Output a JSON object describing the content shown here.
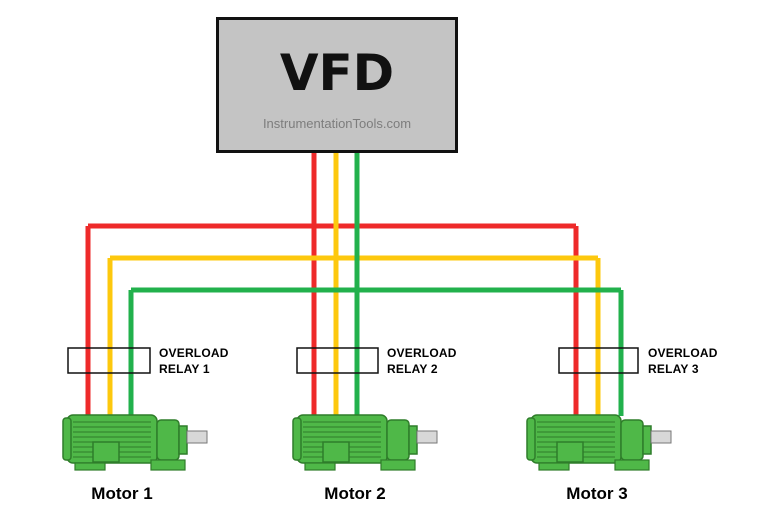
{
  "vfd": {
    "title": "VFD",
    "watermark": "InstrumentationTools.com",
    "fill": "#c4c4c4"
  },
  "wires": {
    "red": "#ee2a2a",
    "yellow": "#fdc80e",
    "green": "#22b14c"
  },
  "motor_color": "#4fb848",
  "relays": [
    {
      "line1": "OVERLOAD",
      "line2": "RELAY 1"
    },
    {
      "line1": "OVERLOAD",
      "line2": "RELAY 2"
    },
    {
      "line1": "OVERLOAD",
      "line2": "RELAY 3"
    }
  ],
  "motors": [
    {
      "label": "Motor 1"
    },
    {
      "label": "Motor 2"
    },
    {
      "label": "Motor 3"
    }
  ]
}
